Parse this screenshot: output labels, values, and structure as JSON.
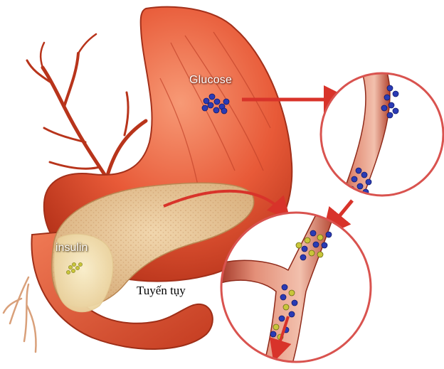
{
  "labels": {
    "glucose": "Glucose",
    "insulin": "insulin",
    "pancreas": "Tuyến tụy"
  },
  "colors": {
    "stomach": "#e85a38",
    "stomach_dark": "#c0391f",
    "pancreas": "#e6c49a",
    "insulin_zone": "#f3e3b5",
    "arrow": "#d8332a",
    "vessel": "#c65b48",
    "vessel_inner": "#f4c2b0",
    "glucose_particle": "#2a3bb5",
    "insulin_particle": "#c9c63a",
    "circle_border": "#d9534f"
  },
  "icons": {
    "glucose_cluster": "blue-glucose-particles-icon",
    "insulin_cluster": "yellow-insulin-particles-icon"
  }
}
